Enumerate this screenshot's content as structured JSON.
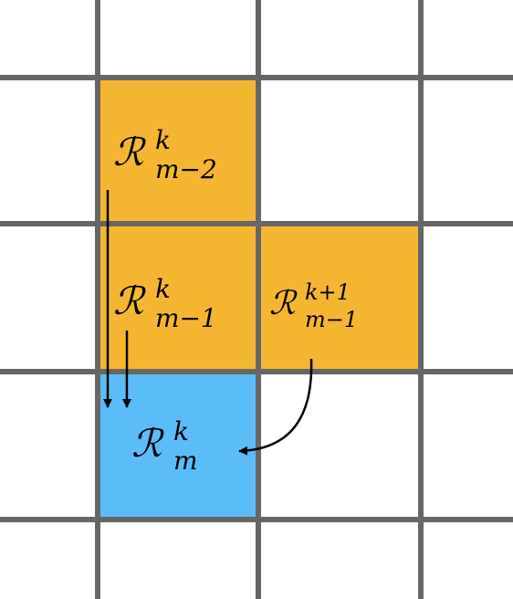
{
  "colors": {
    "grid": "#666666",
    "orange_cell": "#F5B731",
    "blue_cell": "#5BBDF8",
    "arrow": "#000000",
    "background": "#FFFFFF"
  },
  "cells": {
    "r_m_minus_2_k": {
      "script": "ℛ",
      "sup": "k",
      "sub": "m−2"
    },
    "r_m_minus_1_k": {
      "script": "ℛ",
      "sup": "k",
      "sub": "m−1"
    },
    "r_m_minus_1_k_plus_1": {
      "script": "ℛ",
      "sup": "k+1",
      "sub": "m−1"
    },
    "r_m_k": {
      "script": "ℛ",
      "sup": "k",
      "sub": "m"
    }
  }
}
